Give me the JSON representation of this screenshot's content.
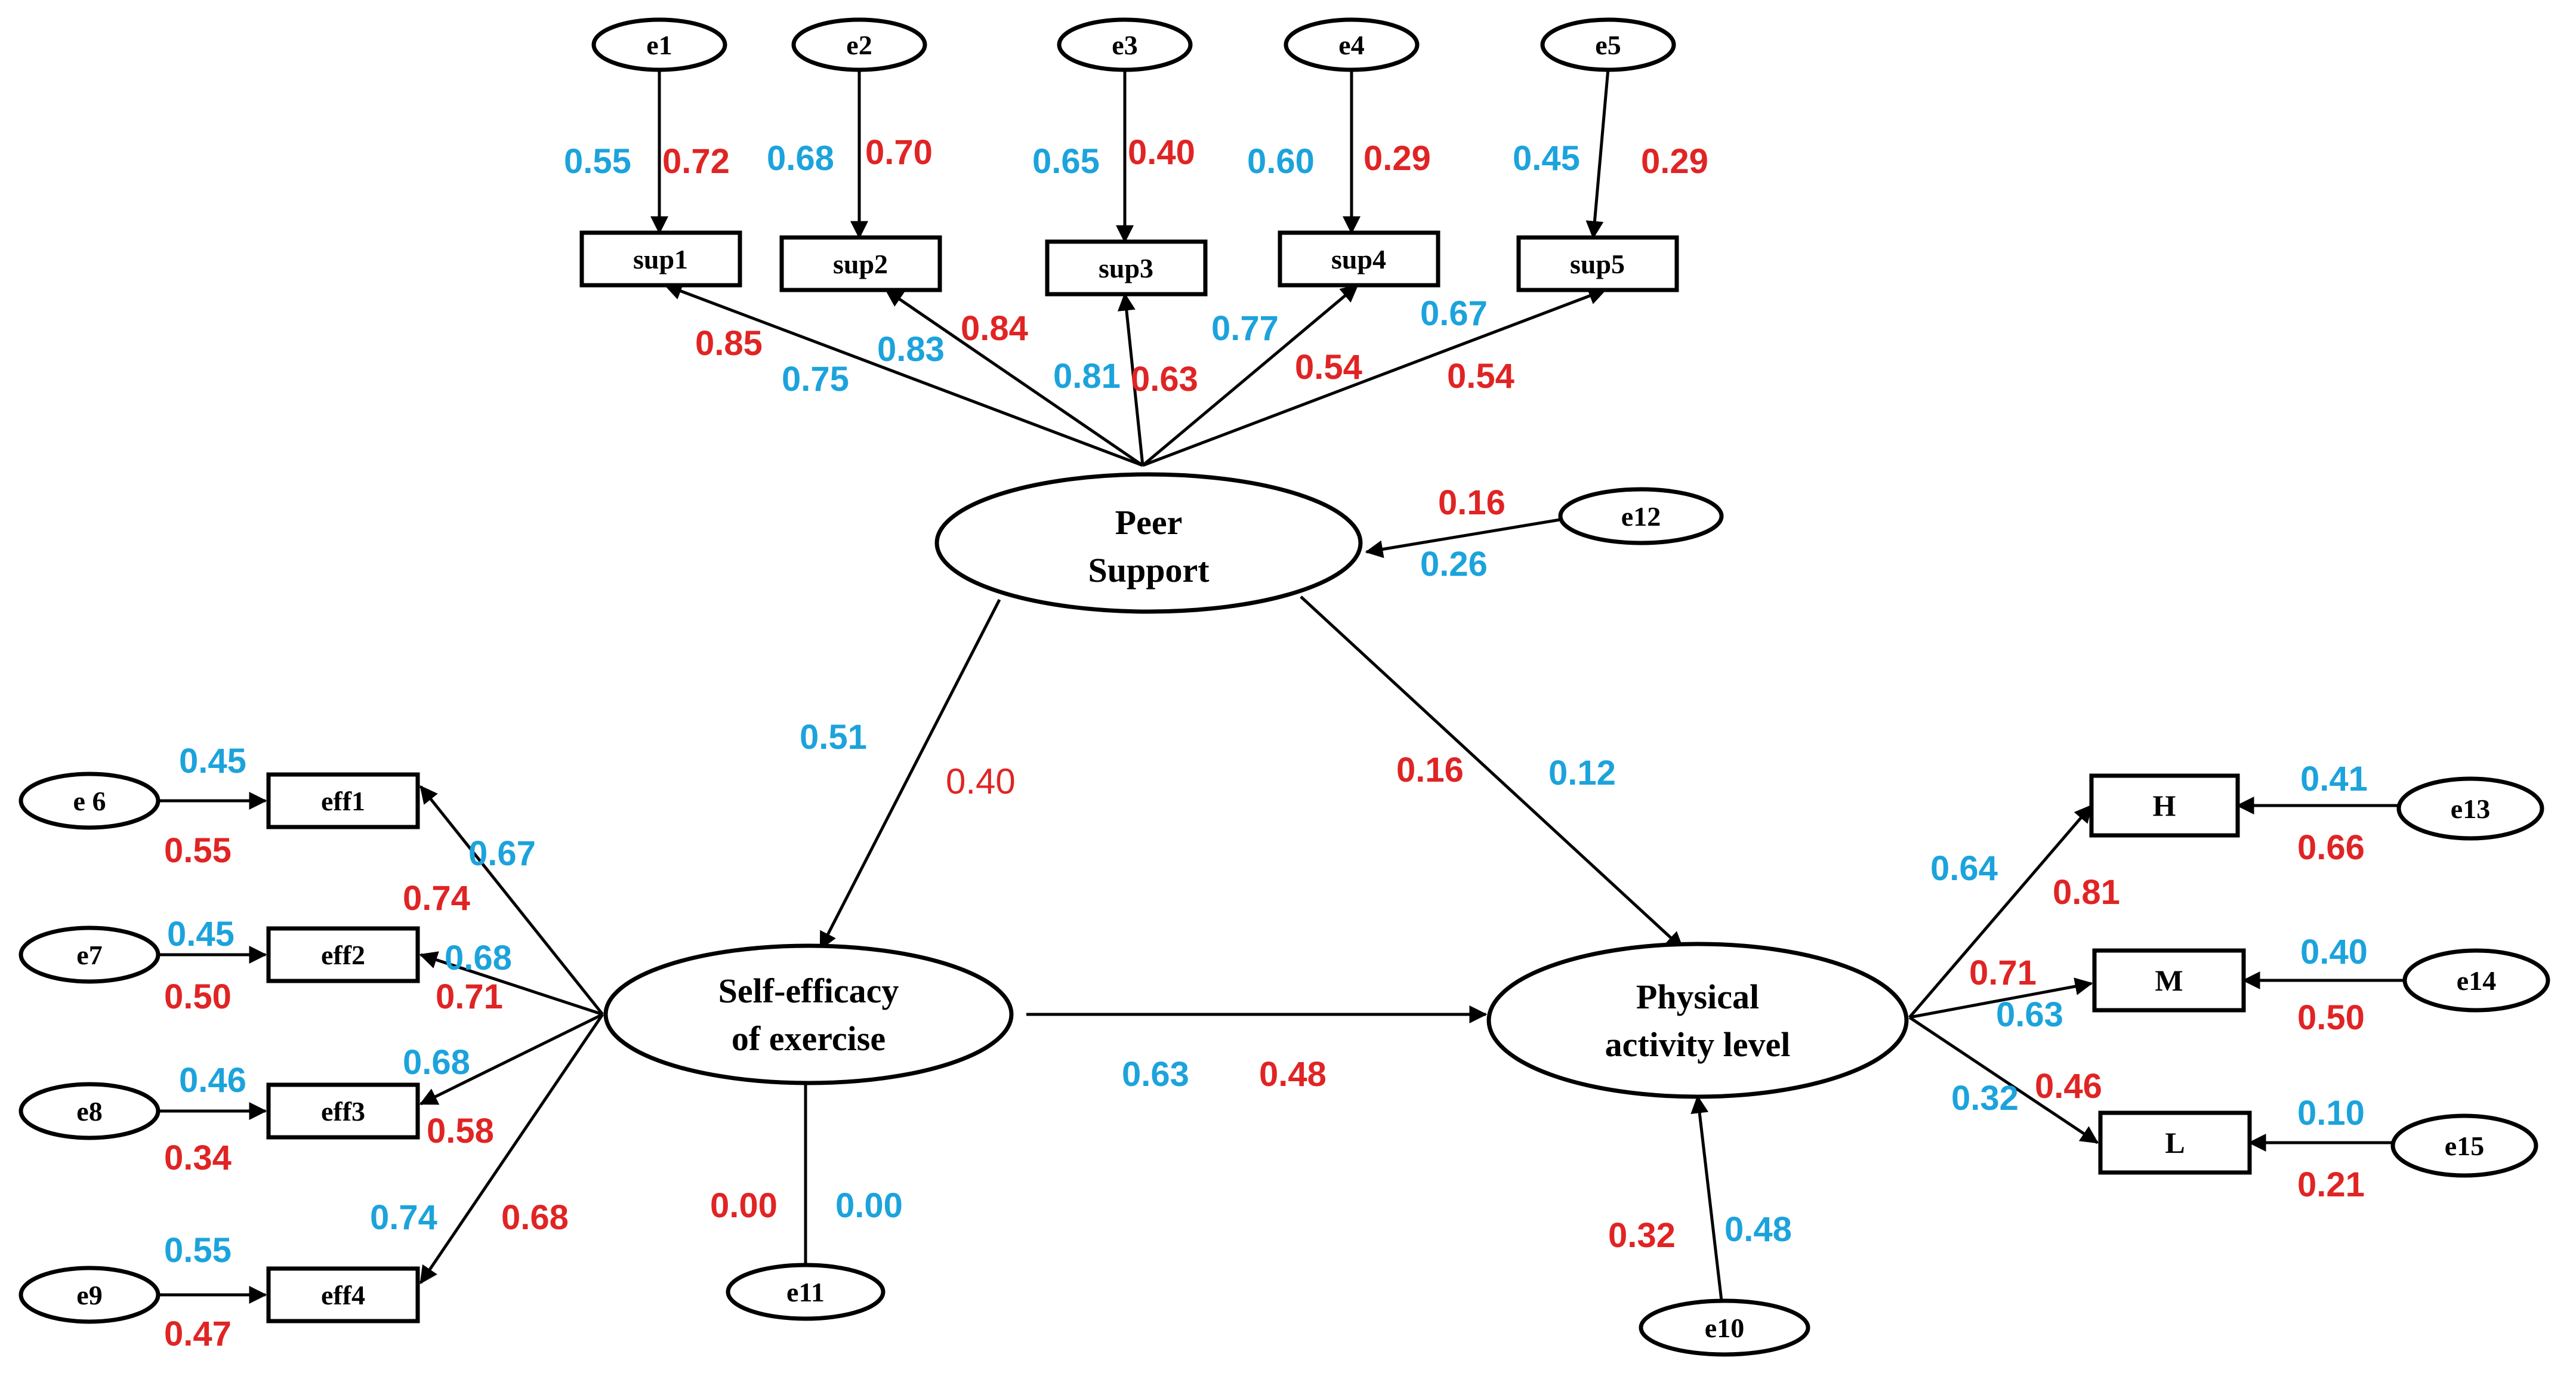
{
  "colors": {
    "blue": "#1ca3dc",
    "red": "#e02424",
    "line": "#000000"
  },
  "nodes": {
    "e1": "e1",
    "e2": "e2",
    "e3": "e3",
    "e4": "e4",
    "e5": "e5",
    "e6": "e 6",
    "e7": "e7",
    "e8": "e8",
    "e9": "e9",
    "e10": "e10",
    "e11": "e11",
    "e12": "e12",
    "e13": "e13",
    "e14": "e14",
    "e15": "e15",
    "sup1": "sup1",
    "sup2": "sup2",
    "sup3": "sup3",
    "sup4": "sup4",
    "sup5": "sup5",
    "eff1": "eff1",
    "eff2": "eff2",
    "eff3": "eff3",
    "eff4": "eff4",
    "H": "H",
    "M": "M",
    "L": "L",
    "peer_line1": "Peer",
    "peer_line2": "Support",
    "self_line1": "Self-efficacy",
    "self_line2": "of exercise",
    "phys_line1": "Physical",
    "phys_line2": "activity level"
  },
  "coefficients": {
    "e1_blue": "0.55",
    "e1_red": "0.72",
    "e2_blue": "0.68",
    "e2_red": "0.70",
    "e3_blue": "0.65",
    "e3_red": "0.40",
    "e4_blue": "0.60",
    "e4_red": "0.29",
    "e5_blue": "0.45",
    "e5_red": "0.29",
    "sup1_red": "0.85",
    "sup1_blue": "0.75",
    "sup2_blue": "0.83",
    "sup2_red": "0.84",
    "sup3_blue": "0.81",
    "sup3_red": "0.63",
    "sup4_blue": "0.77",
    "sup4_red": "0.54",
    "sup5_blue": "0.67",
    "sup5_red": "0.54",
    "e12_red": "0.16",
    "e12_blue": "0.26",
    "peer_self_blue": "0.51",
    "peer_self_red": "0.40",
    "peer_phys_red": "0.16",
    "peer_phys_blue": "0.12",
    "e6_blue": "0.45",
    "e6_red": "0.55",
    "e7_blue": "0.45",
    "e7_red": "0.50",
    "e8_blue": "0.46",
    "e8_red": "0.34",
    "e9_blue": "0.55",
    "e9_red": "0.47",
    "eff1_blue": "0.67",
    "eff1_red": "0.74",
    "eff2_blue": "0.68",
    "eff2_red": "0.71",
    "eff3_blue": "0.68",
    "eff3_red": "0.58",
    "eff4_blue": "0.74",
    "eff4_red": "0.68",
    "self_phys_blue": "0.63",
    "self_phys_red": "0.48",
    "e11_red": "0.00",
    "e11_blue": "0.00",
    "e10_red": "0.32",
    "e10_blue": "0.48",
    "H_blue": "0.64",
    "H_red": "0.81",
    "M_red": "0.71",
    "M_blue": "0.63",
    "L_blue": "0.32",
    "L_red": "0.46",
    "e13_blue": "0.41",
    "e13_red": "0.66",
    "e14_blue": "0.40",
    "e14_red": "0.50",
    "e15_blue": "0.10",
    "e15_red": "0.21"
  }
}
